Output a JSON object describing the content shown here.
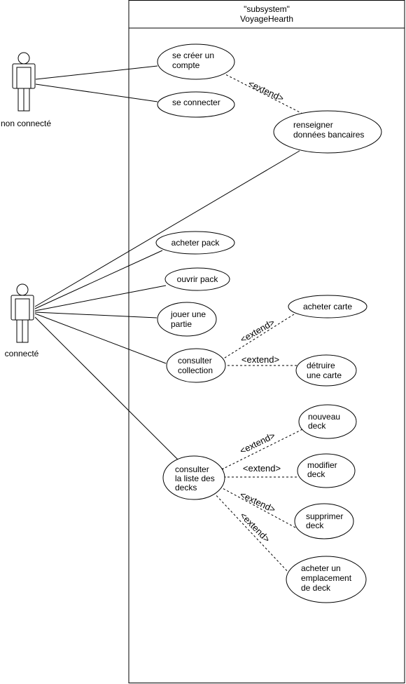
{
  "system": {
    "stereotype": "\"subsystem\"",
    "name": "VoyageHearth"
  },
  "actors": {
    "non_connecte": "non connecté",
    "connecte": "connecté"
  },
  "use_cases": {
    "creer_compte": [
      "se créer un",
      "compte"
    ],
    "se_connecter": [
      "se connecter"
    ],
    "renseigner": [
      "renseigner",
      "données bancaires"
    ],
    "acheter_pack": [
      "acheter pack"
    ],
    "ouvrir_pack": [
      "ouvrir pack"
    ],
    "jouer_partie": [
      "jouer une",
      "partie"
    ],
    "consulter_collection": [
      "consulter",
      "collection"
    ],
    "acheter_carte": [
      "acheter carte"
    ],
    "detruire_carte": [
      "détruire",
      "une carte"
    ],
    "consulter_decks": [
      "consulter",
      "la liste des",
      "decks"
    ],
    "nouveau_deck": [
      "nouveau",
      "deck"
    ],
    "modifier_deck": [
      "modifier",
      "deck"
    ],
    "supprimer_deck": [
      "supprimer",
      "deck"
    ],
    "acheter_emplacement": [
      "acheter un",
      "emplacement",
      "de deck"
    ]
  },
  "extend_label": "<extend>"
}
